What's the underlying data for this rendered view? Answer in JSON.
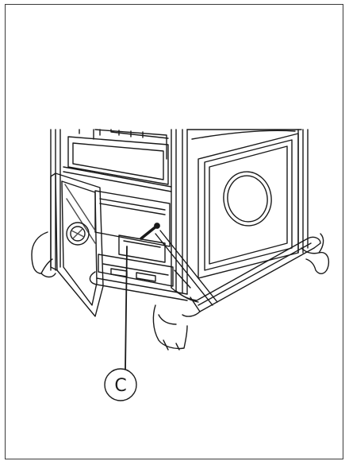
{
  "callouts": [
    {
      "label": "C"
    }
  ],
  "colors": {
    "line": "#1a1a1a",
    "background": "#ffffff",
    "frame": "#3a3a3a",
    "hatch": "#4a4a4a"
  },
  "icons": {
    "stove": "cast-iron-stove-illustration",
    "door": "open-firebox-door-illustration",
    "ash_pan": "ash-pan-illustration"
  }
}
